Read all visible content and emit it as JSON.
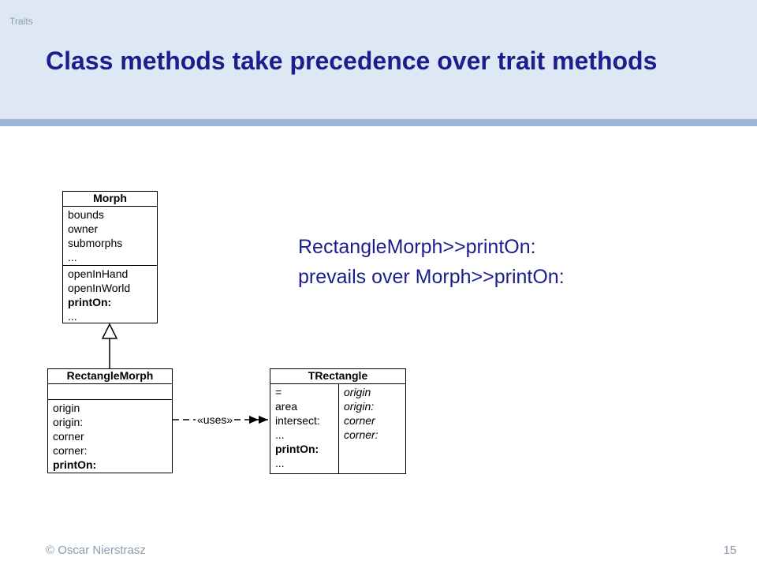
{
  "slide": {
    "section_label": "Traits",
    "title": "Class methods take precedence over trait methods",
    "note_lines": [
      "RectangleMorph>>printOn:",
      "prevails over Morph>>printOn:"
    ],
    "footer_left": "© Oscar Nierstrasz",
    "page_number": "15"
  },
  "diagram": {
    "morph": {
      "name": "Morph",
      "attributes": [
        "bounds",
        "owner",
        "submorphs",
        "..."
      ],
      "methods": [
        "openInHand",
        "openInWorld",
        "printOn:",
        "..."
      ]
    },
    "rectangle_morph": {
      "name": "RectangleMorph",
      "methods": [
        "origin",
        "origin:",
        "corner",
        "corner:",
        "printOn:"
      ]
    },
    "trectangle": {
      "name": "TRectangle",
      "provided": [
        "=",
        "area",
        "intersect:",
        "...",
        "printOn:",
        "..."
      ],
      "required": [
        "origin",
        "origin:",
        "corner",
        "corner:"
      ]
    },
    "uses_label": "«uses»"
  }
}
